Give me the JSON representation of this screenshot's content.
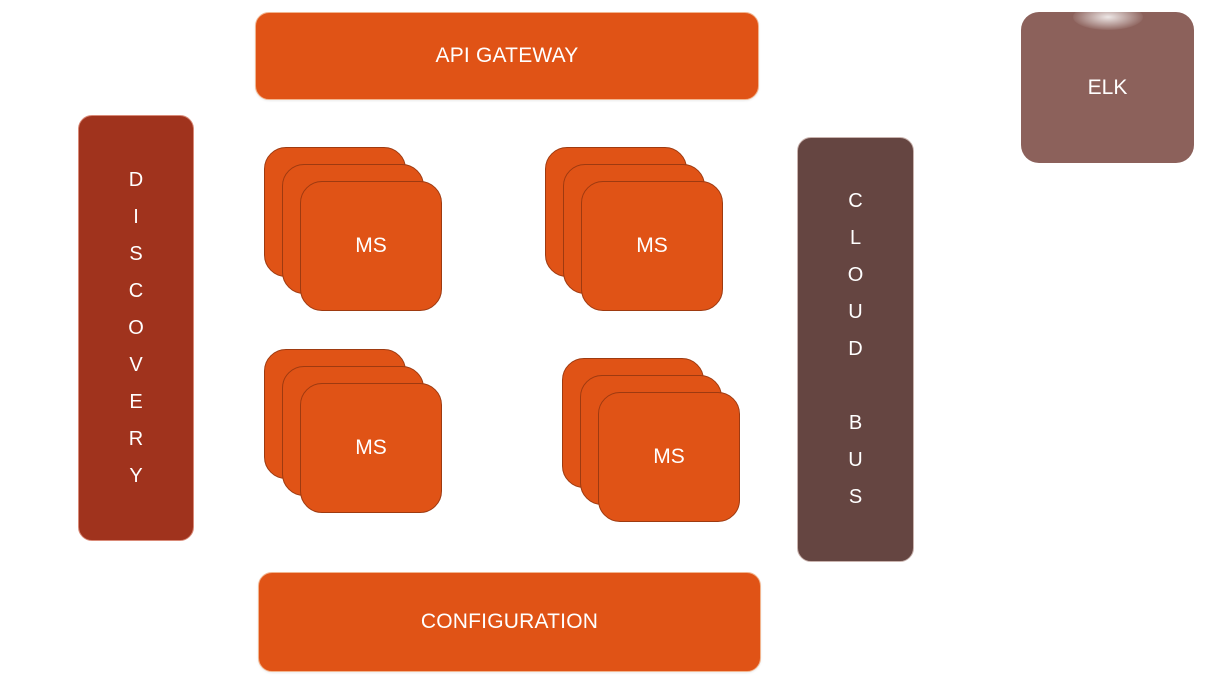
{
  "gateway": {
    "label": "API GATEWAY"
  },
  "configuration": {
    "label": "CONFIGURATION"
  },
  "discovery": {
    "letters": [
      "D",
      "I",
      "S",
      "C",
      "O",
      "V",
      "E",
      "R",
      "Y"
    ]
  },
  "cloud_bus": {
    "letters": [
      "C",
      "L",
      "O",
      "U",
      "D",
      "",
      "B",
      "U",
      "S"
    ]
  },
  "elk": {
    "label": "ELK"
  },
  "microservices": [
    {
      "label": "MS"
    },
    {
      "label": "MS"
    },
    {
      "label": "MS"
    },
    {
      "label": "MS"
    }
  ],
  "colors": {
    "primary_orange": "#e05316",
    "discovery_red": "#a0331d",
    "cloud_bus_brown": "#654541",
    "elk_mauve": "#8c615b",
    "text": "#ffffff"
  }
}
